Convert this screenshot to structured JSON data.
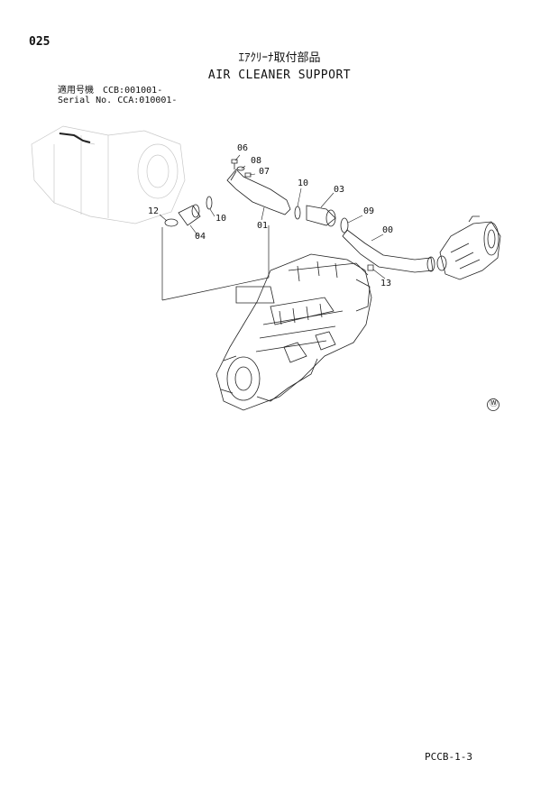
{
  "header": {
    "page_number": "025",
    "title_jp": "ｴｱｸﾘｰﾅ取付部品",
    "title_en": "AIR CLEANER SUPPORT",
    "serial_jp": "適用号機　CCB:001001-",
    "serial_en": "Serial No. CCA:010001-"
  },
  "diagram": {
    "callouts": [
      "06",
      "08",
      "07",
      "10",
      "03",
      "12",
      "10",
      "04",
      "01",
      "09",
      "00",
      "13"
    ],
    "watermark_symbol": "Ⓦ"
  },
  "footer": {
    "code": "PCCB-1-3"
  }
}
